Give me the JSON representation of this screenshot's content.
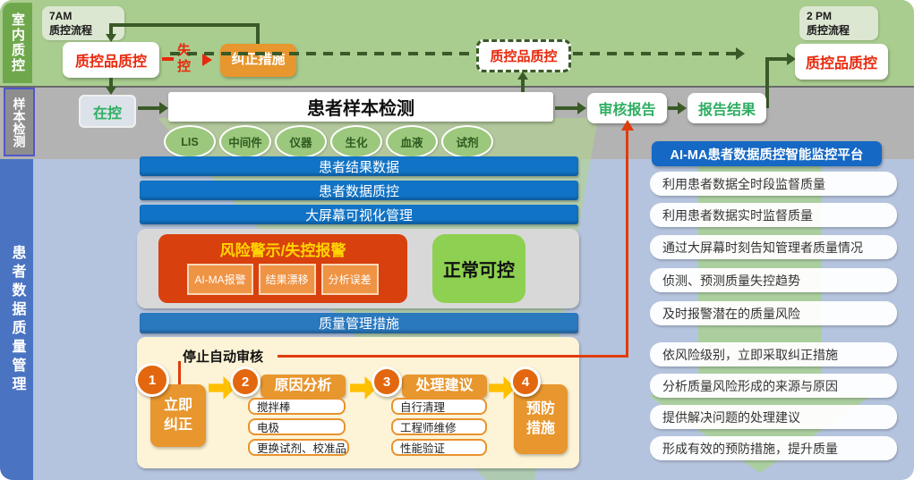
{
  "colors": {
    "band_green": "#a9cd8f",
    "band_gray": "#b3b3b3",
    "bg_blue": "#b5c4de",
    "sidebar_green": "#6fa84c",
    "sidebar_blue": "#4a73c2",
    "bar_blue": "#1173c5",
    "panel_header_blue": "#1568c4",
    "alarm_red": "#d8400e",
    "alarm_title_yellow": "#ffd400",
    "normal_green": "#8ed051",
    "step_orange": "#e8962e",
    "circle_orange": "#e2670e",
    "arrow_dark_green": "#3a5a28",
    "arrow_red": "#e03c0c",
    "arrow_yellow": "#ffc000",
    "qc_text_red": "#e8280c",
    "status_text_green": "#2fae62"
  },
  "sidebar": {
    "indoor_qc": "室内质控",
    "sample_test": "样本检测",
    "patient_quality": "患者数据质量管理"
  },
  "top_band": {
    "am_label": "7AM\n质控流程",
    "pm_label": "2 PM\n质控流程",
    "qc_left": "质控品质控",
    "qc_mid": "质控品质控",
    "qc_right": "质控品质控",
    "out_of_control": "失\n控",
    "corrective": "纠正措施"
  },
  "sample_band": {
    "in_control": "在控",
    "patient_test": "患者样本检测",
    "review_report": "审核报告",
    "report_result": "报告结果",
    "sources": [
      "LIS",
      "中间件",
      "仪器",
      "生化",
      "血液",
      "试剂"
    ]
  },
  "main": {
    "bars": [
      "患者结果数据",
      "患者数据质控",
      "大屏幕可视化管理"
    ],
    "alarm_title": "风险警示/失控报警",
    "alarm_items": [
      "AI-MA报警",
      "结果漂移",
      "分析误差"
    ],
    "normal": "正常可控",
    "measures_bar": "质量管理措施",
    "stop_auto": "停止自动审核",
    "steps": [
      {
        "num": "1",
        "label": "立即\n纠正"
      },
      {
        "num": "2",
        "label": "原因分析",
        "items": [
          "搅拌棒",
          "电极",
          "更换试剂、校准品"
        ]
      },
      {
        "num": "3",
        "label": "处理建议",
        "items": [
          "自行清理",
          "工程师维修",
          "性能验证"
        ]
      },
      {
        "num": "4",
        "label": "预防\n措施"
      }
    ]
  },
  "right_panel": {
    "header": "AI-MA患者数据质控智能监控平台",
    "items": [
      "利用患者数据全时段监督质量",
      "利用患者数据实时监督质量",
      "通过大屏幕时刻告知管理者质量情况",
      "侦测、预测质量失控趋势",
      "及时报警潜在的质量风险",
      "依风险级别，立即采取纠正措施",
      "分析质量风险形成的来源与原因",
      "提供解决问题的处理建议",
      "形成有效的预防措施，提升质量"
    ]
  }
}
